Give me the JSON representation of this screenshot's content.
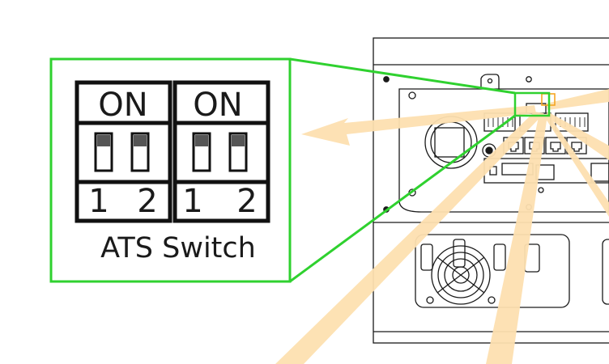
{
  "callout": {
    "label": "ATS Switch",
    "switches": [
      {
        "on_label": "ON",
        "positions": [
          "1",
          "2"
        ],
        "levers": [
          "off",
          "off"
        ]
      },
      {
        "on_label": "ON",
        "positions": [
          "1",
          "2"
        ],
        "levers": [
          "off",
          "off"
        ]
      }
    ]
  },
  "colors": {
    "callout_outline": "#2fd12f",
    "highlight": "#f5a623",
    "beam": "#fde0b0",
    "line_art": "#1a1a1a"
  }
}
